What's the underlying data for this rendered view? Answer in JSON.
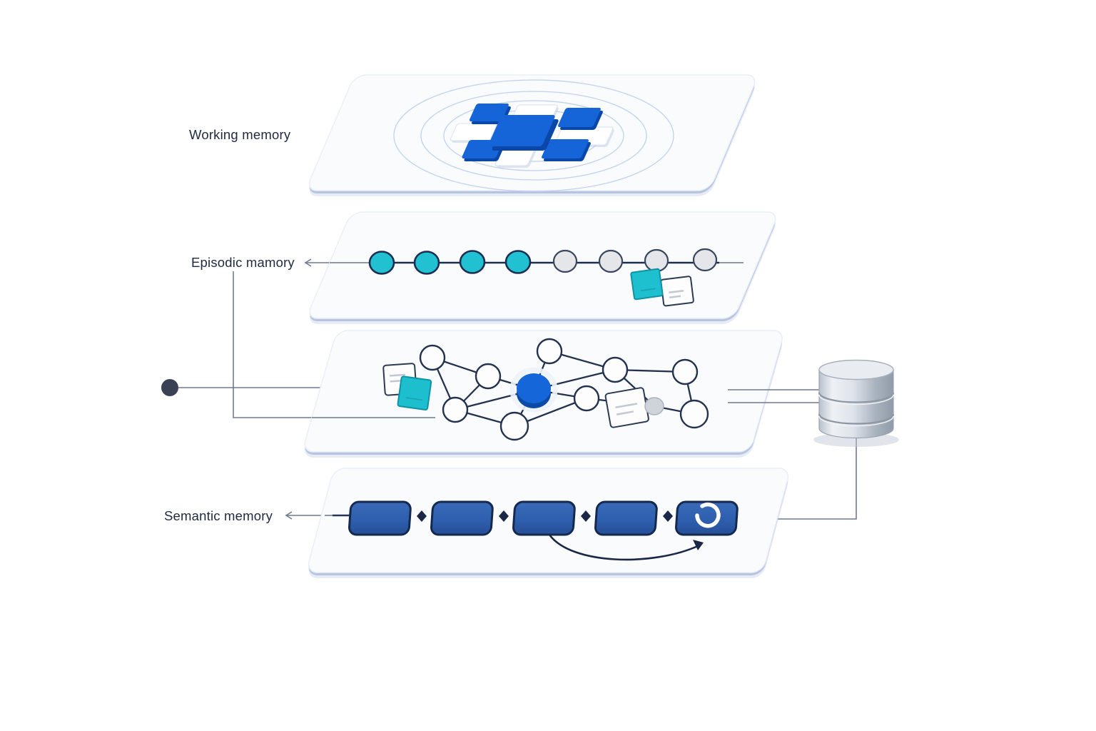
{
  "diagram": {
    "labels": {
      "working": "Working memory",
      "episodic": "Episodic mamory",
      "semantic": "Semantic memory"
    },
    "layers": [
      {
        "name": "working-memory",
        "label": "Working memory",
        "icon": "tile-grid-icon"
      },
      {
        "name": "episodic-memory",
        "label": "Episodic mamory",
        "icon": "event-timeline-icon",
        "teal_events": 4,
        "gray_events": 4
      },
      {
        "name": "knowledge-graph",
        "label": "",
        "icon": "network-graph-icon",
        "white_nodes": 9,
        "gray_nodes": 1,
        "highlight_nodes": 1
      },
      {
        "name": "semantic-memory",
        "label": "Semantic memory",
        "icon": "sequence-flow-icon",
        "steps": 5
      }
    ],
    "database": {
      "icon": "database-icon",
      "discs": 3
    },
    "colors": {
      "accent_blue": "#1565d8",
      "teal": "#22c1d2",
      "navy_stroke": "#1c2f52",
      "sequence_box_blue": "#2e5fae",
      "card_fill": "#fafbfd",
      "card_shadow": "#aebdda",
      "connector_gray": "#6f7990",
      "label_text": "#1f2940",
      "database_silver": "#c2cad4"
    }
  }
}
